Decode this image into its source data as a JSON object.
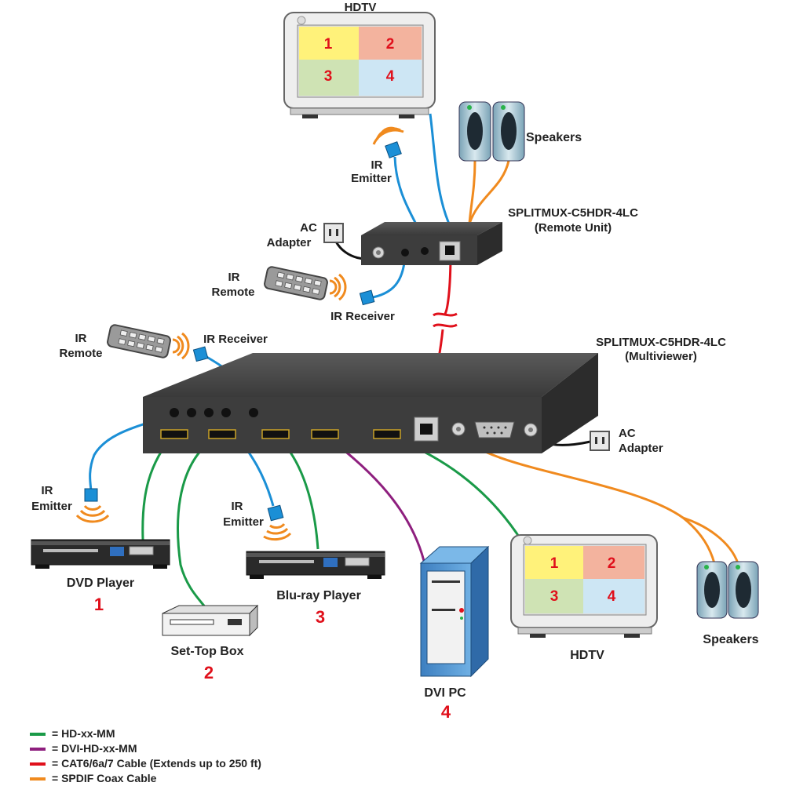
{
  "colors": {
    "hdmi_cable": "#1a9a48",
    "dvi_cable": "#8e1f7e",
    "cat_cable": "#e0101b",
    "spdif_cable": "#f08a1e",
    "ir_cable": "#1b8fd6",
    "number": "#e0101b"
  },
  "labels": {
    "hdtv_top": "HDTV",
    "speakers_top": "Speakers",
    "ir_emitter_top_1": "IR",
    "ir_emitter_top_2": "Emitter",
    "remote_unit_title": "SPLITMUX-C5HDR-4LC",
    "remote_unit_sub": "(Remote Unit)",
    "ac_adapter_top_1": "AC",
    "ac_adapter_top_2": "Adapter",
    "ir_remote_top_1": "IR",
    "ir_remote_top_2": "Remote",
    "ir_receiver_top": "IR Receiver",
    "ir_remote_left_1": "IR",
    "ir_remote_left_2": "Remote",
    "ir_receiver_left": "IR Receiver",
    "multiviewer_title": "SPLITMUX-C5HDR-4LC",
    "multiviewer_sub": "(Multiviewer)",
    "ac_adapter_right_1": "AC",
    "ac_adapter_right_2": "Adapter",
    "ir_emitter_left_1": "IR",
    "ir_emitter_left_2": "Emitter",
    "ir_emitter_mid_1": "IR",
    "ir_emitter_mid_2": "Emitter",
    "dvd_player": "DVD Player",
    "dvd_number": "1",
    "settop_box": "Set-Top Box",
    "settop_number": "2",
    "bluray_player": "Blu-ray Player",
    "bluray_number": "3",
    "dvi_pc": "DVI PC",
    "dvi_number": "4",
    "hdtv_bottom": "HDTV",
    "speakers_bottom": "Speakers"
  },
  "screen_quadrants": [
    "1",
    "2",
    "3",
    "4"
  ],
  "legend": [
    {
      "color": "#1a9a48",
      "text": "= HD-xx-MM"
    },
    {
      "color": "#8e1f7e",
      "text": "= DVI-HD-xx-MM"
    },
    {
      "color": "#e0101b",
      "text": "= CAT6/6a/7 Cable (Extends up to 250 ft)"
    },
    {
      "color": "#f08a1e",
      "text": "= SPDIF Coax Cable"
    }
  ]
}
